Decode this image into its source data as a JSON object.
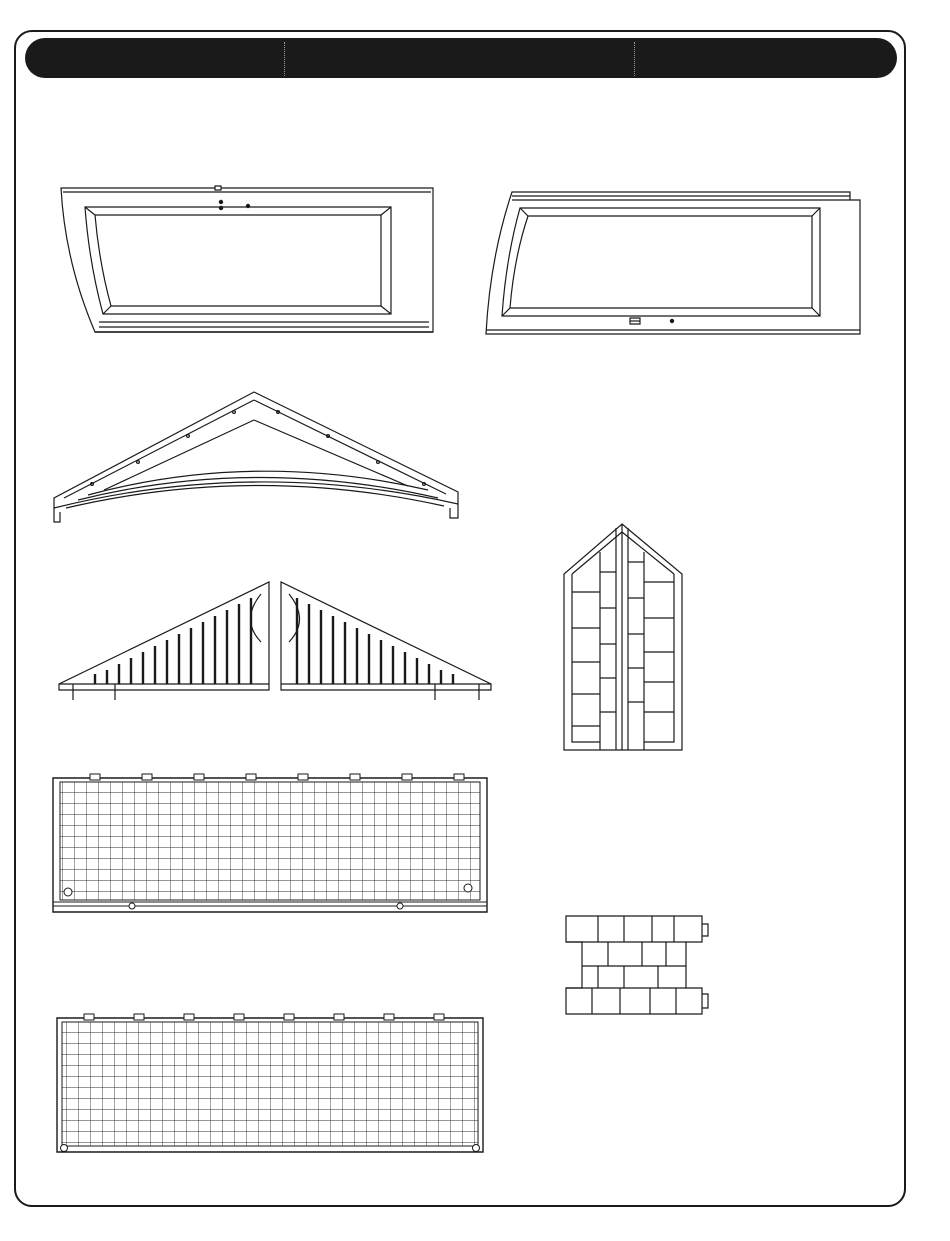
{
  "colors": {
    "ink": "#1a1a1a",
    "paper": "#ffffff",
    "grid": "#2b2b2b"
  },
  "header": {
    "columns": [
      "",
      "",
      ""
    ]
  },
  "parts": [
    {
      "name": "front-door-panel-left"
    },
    {
      "name": "front-door-panel-right"
    },
    {
      "name": "gable-roof-trim"
    },
    {
      "name": "gable-wall-halves"
    },
    {
      "name": "corner-post"
    },
    {
      "name": "floor-panel-upper"
    },
    {
      "name": "floor-panel-lower"
    },
    {
      "name": "connector-block"
    }
  ]
}
